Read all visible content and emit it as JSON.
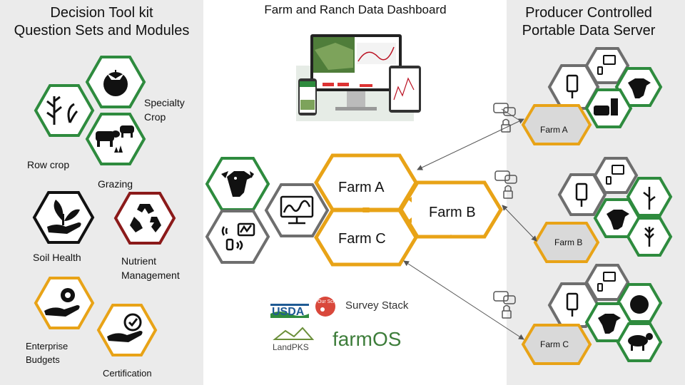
{
  "left_title": [
    "Decision Tool kit",
    "Question Sets and Modules"
  ],
  "center_title": "Farm and Ranch Data Dashboard",
  "right_title": [
    "Producer Controlled",
    "Portable Data Server"
  ],
  "modules": {
    "specialty_crop": [
      "Specialty",
      "Crop"
    ],
    "row_crop": "Row crop",
    "grazing": "Grazing",
    "soil_health": "Soil Health",
    "nutrient_management": [
      "Nutrient",
      "Management"
    ],
    "enterprise_budgets": [
      "Enterprise",
      "Budgets"
    ],
    "certification": "Certification"
  },
  "farms": {
    "a": "Farm A",
    "b": "Farm B",
    "c": "Farm C"
  },
  "logos": {
    "usda": "USDA",
    "survey_stack": "Survey Stack",
    "survey_stack_badge": "Our Sci",
    "landpks": "LandPKS",
    "farmos": "farmOS"
  },
  "colors": {
    "green": "#2e8b3e",
    "orange": "#e8a317",
    "dark_red": "#8b1a1a",
    "gray": "#6e6e6e",
    "black": "#222222",
    "panel": "#ebebeb",
    "farm_fill_gray": "#d9d9d9"
  }
}
